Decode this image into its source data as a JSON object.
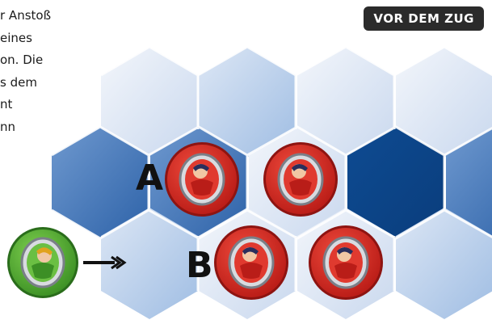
{
  "instructions": {
    "lines": [
      "r Anstoß",
      "eines",
      "on. Die",
      "s dem",
      "nt",
      "nn"
    ]
  },
  "header": {
    "badge_label": "VOR DEM ZUG"
  },
  "board": {
    "colors": {
      "light": "#dfe8f5",
      "lighter": "#eaf0f8",
      "mid": "#b7cbe8",
      "dark": "#2f66ad",
      "darkest": "#114e94",
      "stroke": "#ffffff"
    }
  },
  "labels": {
    "a": "A",
    "b": "B"
  },
  "tokens": {
    "red_fill": "#d52620",
    "red_dark": "#9a1614",
    "green_fill": "#5ab236",
    "green_dark": "#2f7a1f"
  },
  "icons": {
    "arrow": "double-chevron-arrow-icon"
  }
}
